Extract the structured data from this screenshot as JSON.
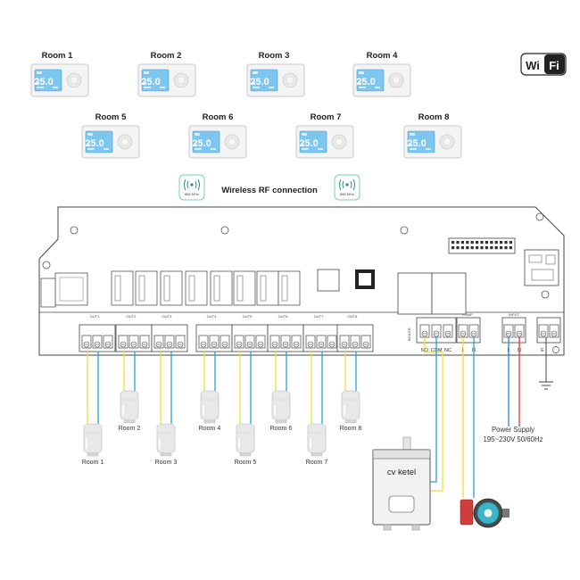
{
  "thermostats": [
    {
      "title": "Room 1",
      "reading": "25.0"
    },
    {
      "title": "Room 2",
      "reading": "25.0"
    },
    {
      "title": "Room 3",
      "reading": "25.0"
    },
    {
      "title": "Room 4",
      "reading": "25.0"
    },
    {
      "title": "Room 5",
      "reading": "25.0"
    },
    {
      "title": "Room 6",
      "reading": "25.0"
    },
    {
      "title": "Room 7",
      "reading": "25.0"
    },
    {
      "title": "Room 8",
      "reading": "25.0"
    }
  ],
  "wifi_logo": {
    "left": "Wi",
    "right": "Fi"
  },
  "rf": {
    "label": "Wireless RF connection",
    "freq": "868 MHz"
  },
  "board": {
    "outputs": [
      "OUT1",
      "OUT2",
      "OUT3",
      "OUT4",
      "OUT5",
      "OUT6",
      "OUT7",
      "OUT8"
    ],
    "boiler_label": "BOILER",
    "boiler_terms": [
      "NO",
      "COM",
      "NC"
    ],
    "pump_label": "PUMP",
    "pump_terms": [
      "L",
      "N"
    ],
    "input_label": "INPUT",
    "input_terms": [
      "L",
      "N"
    ],
    "earth_label": "E"
  },
  "actuators": [
    "Room 1",
    "Room 2",
    "Room 3",
    "Room 4",
    "Room 5",
    "Room 6",
    "Room 7",
    "Room 8"
  ],
  "boiler_name": "cv ketel",
  "power_supply": {
    "line1": "Power Supply",
    "line2": "195~230V  50/60Hz"
  },
  "colors": {
    "live": "#e53935",
    "neutral": "#1e88e5",
    "signal": "#f2dc3c",
    "signal_blue": "#2aa0d8",
    "pcb_line": "#444444"
  }
}
